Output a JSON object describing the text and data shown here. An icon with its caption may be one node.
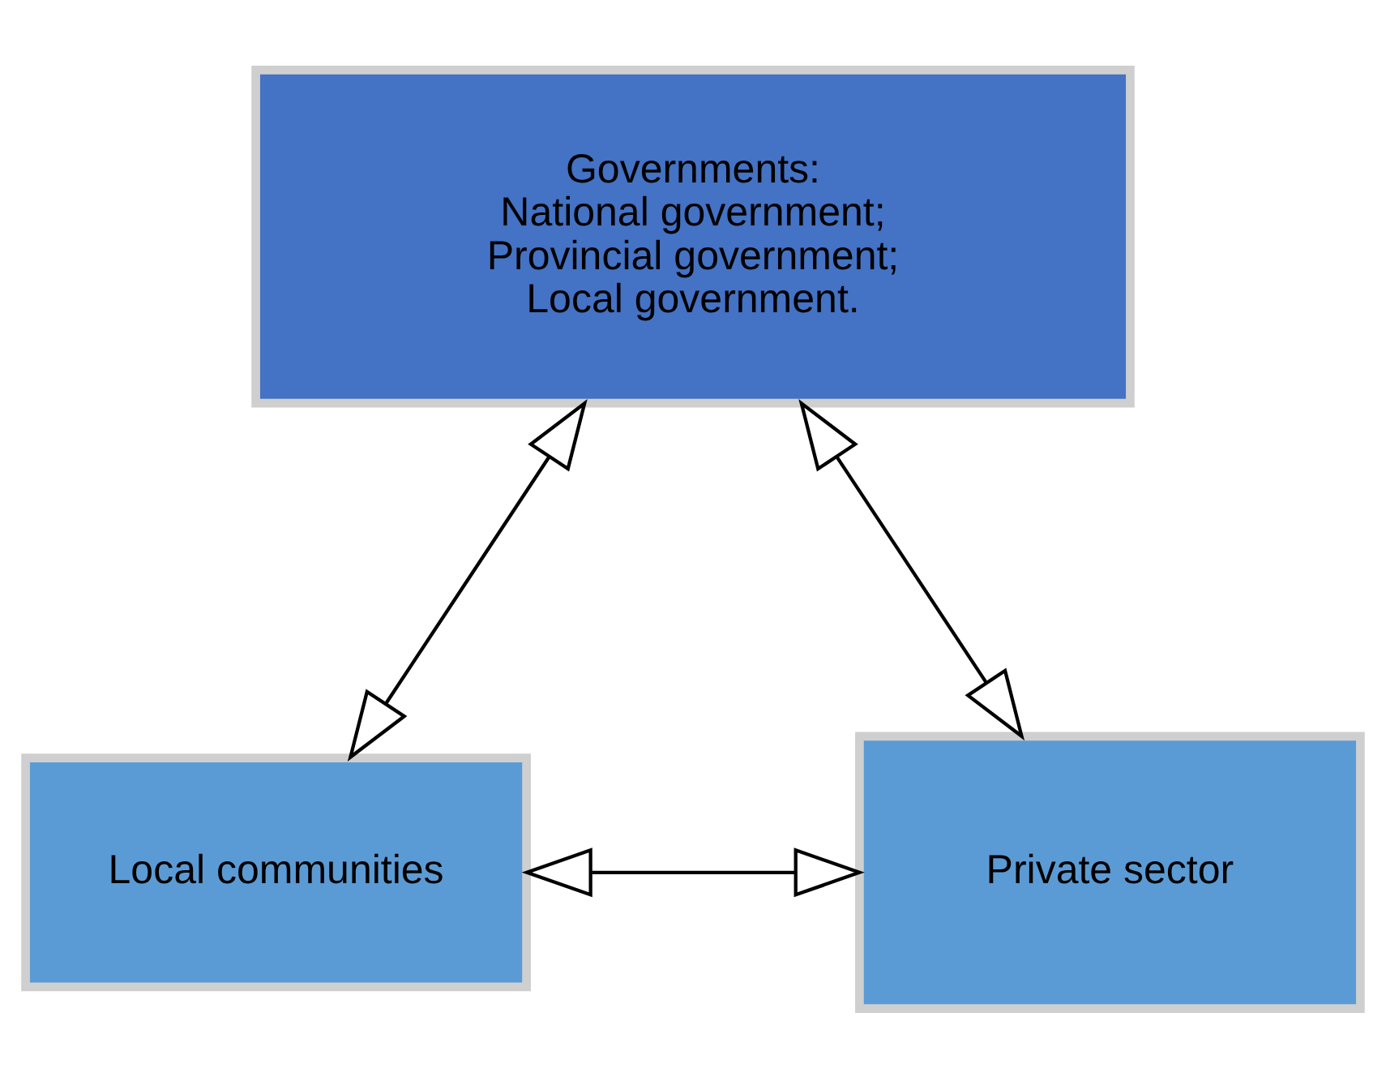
{
  "diagram": {
    "nodes": [
      {
        "text": [
          "Governments:",
          "National government;",
          "Provincial government;",
          "Local government."
        ]
      },
      {
        "text": [
          "Local communities"
        ]
      },
      {
        "text": [
          "Private sector"
        ]
      }
    ],
    "edges": [
      {
        "from": 0,
        "to": 1,
        "arrow": "both"
      },
      {
        "from": 0,
        "to": 2,
        "arrow": "both"
      },
      {
        "from": 1,
        "to": 2,
        "arrow": "both"
      }
    ]
  }
}
